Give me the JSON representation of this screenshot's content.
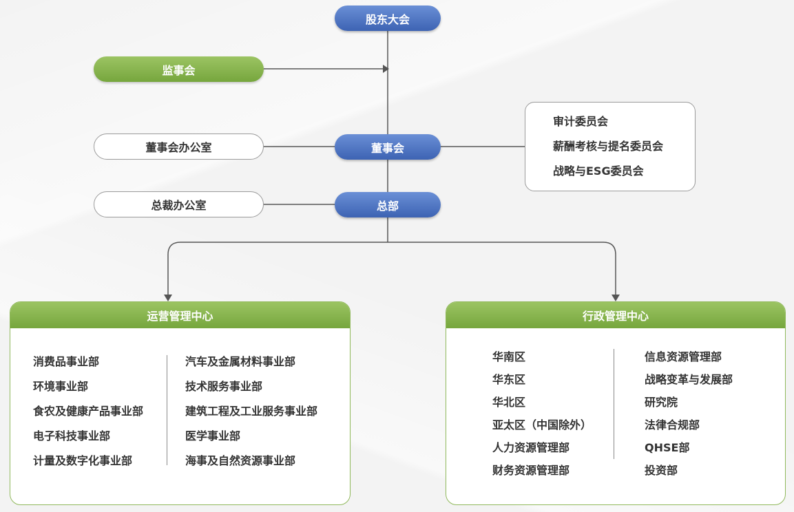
{
  "nodes": {
    "shareholders": "股东大会",
    "supervisory": "监事会",
    "board": "董事会",
    "board_office": "董事会办公室",
    "headquarters": "总部",
    "president_office": "总裁办公室"
  },
  "committees": [
    "审计委员会",
    "薪酬考核与提名委员会",
    "战略与ESG委员会"
  ],
  "operations": {
    "title": "运营管理中心",
    "left": [
      "消费品事业部",
      "环境事业部",
      "食农及健康产品事业部",
      "电子科技事业部",
      "计量及数字化事业部"
    ],
    "right": [
      "汽车及金属材料事业部",
      "技术服务事业部",
      "建筑工程及工业服务事业部",
      "医学事业部",
      "海事及自然资源事业部"
    ]
  },
  "administration": {
    "title": "行政管理中心",
    "left": [
      "华南区",
      "华东区",
      "华北区",
      "亚太区（中国除外）",
      "人力资源管理部",
      "财务资源管理部"
    ],
    "right": [
      "信息资源管理部",
      "战略变革与发展部",
      "研究院",
      "法律合规部",
      "QHSE部",
      "投资部"
    ]
  }
}
